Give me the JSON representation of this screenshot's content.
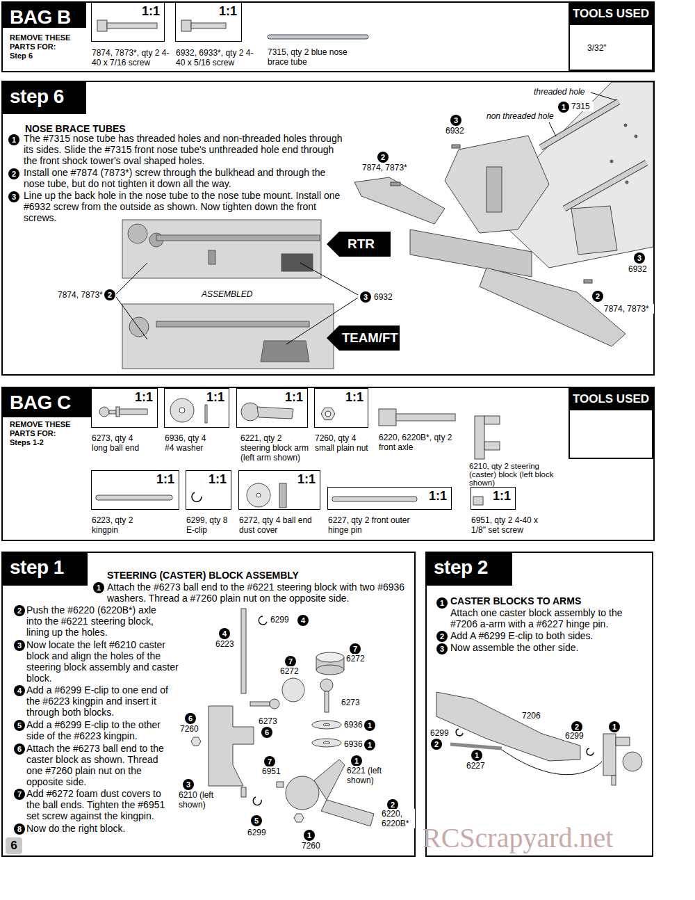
{
  "diagram": {
    "nodes": [
      {
        "text": [
          "BAG B",
          "REMOVE THESE PARTS FOR: Step 6"
        ]
      },
      {
        "text": [
          "1:1",
          "7874, 7873*, qty 2 4-40 x 7/16 screw"
        ],
        "in": 0
      },
      {
        "text": [
          "1:1",
          "6932, 6933*, qty 2 4-40 x 5/16 screw"
        ],
        "in": 0
      },
      {
        "text": [
          "TOOLS USED",
          "3/32\""
        ],
        "in": 0
      },
      {
        "text": [
          "step 6",
          "NOSE BRACE TUBES"
        ]
      },
      {
        "text": [
          "RTR"
        ],
        "in": 4
      },
      {
        "text": [
          "TEAM/FT"
        ],
        "in": 4
      },
      {
        "text": [
          "BAG C",
          "REMOVE THESE PARTS FOR: Steps 1-2"
        ]
      },
      {
        "text": [
          "1:1",
          "6273, qty 4 long ball end"
        ],
        "in": 7
      },
      {
        "text": [
          "1:1",
          "6936, qty 4 #4 washer"
        ],
        "in": 7
      },
      {
        "text": [
          "1:1",
          "6221, qty 2 steering block arm (left arm shown)"
        ],
        "in": 7
      },
      {
        "text": [
          "1:1",
          "7260, qty 4 small plain nut"
        ],
        "in": 7
      },
      {
        "text": [
          "1:1",
          "6223, qty 2 kingpin"
        ],
        "in": 7
      },
      {
        "text": [
          "1:1",
          "6299, qty 8 E-clip"
        ],
        "in": 7
      },
      {
        "text": [
          "1:1",
          "6272, qty 4 ball end dust cover"
        ],
        "in": 7
      },
      {
        "text": [
          "1:1",
          "6227, qty 2 front outer hinge pin"
        ],
        "in": 7
      },
      {
        "text": [
          "1:1",
          "6951, qty 2 4-40 x 1/8\" set screw"
        ],
        "in": 7
      },
      {
        "text": [
          "TOOLS USED"
        ],
        "in": 7
      },
      {
        "text": [
          "step 1",
          "STEERING (CASTER) BLOCK ASSEMBLY"
        ]
      },
      {
        "text": [
          "step 2",
          "CASTER BLOCKS TO ARMS"
        ]
      }
    ],
    "labels": [
      "7315, qty 2 blue nose brace tube",
      "1",
      "The #7315 nose tube has threaded holes and non-threaded holes through its sides. Slide the #7315 front nose tube's unthreaded hole end through the front shock tower's oval shaped holes.",
      "2",
      "Install one #7874 (7873*) screw through the bulkhead and through the nose tube, but do not tighten it down all the way.",
      "3",
      "Line up the back hole in the nose tube to the nose tube mount. Install one #6932 screw from the outside as shown. Now tighten down the front screws.",
      "threaded hole",
      "1",
      "7315",
      "non threaded hole",
      "3",
      "6932",
      "2",
      "7874, 7873*",
      "3",
      "6932",
      "2",
      "7874, 7873*",
      "7874, 7873*",
      "2",
      "ASSEMBLED",
      "3",
      "6932",
      "6220, 6220B*, qty 2 front axle",
      "6210, qty 2 steering (caster) block (left block shown)",
      "1",
      "Attach the #6273 ball end to the #6221 steering block with two #6936 washers. Thread a #7260 plain nut on the opposite side.",
      "2",
      "Push the #6220 (6220B*) axle into the #6221 steering block, lining up the holes.",
      "3",
      "Now locate the left #6210 caster block and align the holes of the steering block assembly and caster block.",
      "4",
      "Add a #6299 E-clip to one end of the #6223 kingpin and insert it through both blocks.",
      "5",
      "Add a #6299 E-clip to the other side of the #6223 kingpin.",
      "6",
      "Attach the #6273 ball end to the caster block as shown. Thread one #7260 plain nut on the opposite side.",
      "7",
      "Add #6272 foam dust covers to the ball ends. Tighten the #6951 set screw against the kingpin.",
      "8",
      "Now do the right block.",
      "6299",
      "4",
      "4",
      "6223",
      "7",
      "6272",
      "7",
      "6272",
      "6273",
      "6273",
      "6",
      "6936",
      "1",
      "6936",
      "1",
      "6",
      "7260",
      "7",
      "6951",
      "1",
      "6221 (left shown)",
      "3",
      "6210 (left shown)",
      "2",
      "6220, 6220B*",
      "5",
      "6299",
      "1",
      "7260",
      "6",
      "1",
      "Attach one caster block assembly to the #7206 a-arm with a #6227 hinge pin.",
      "2",
      "Add A #6299 E-clip to both sides.",
      "3",
      "Now assemble the other side.",
      "7206",
      "6299",
      "2",
      "2",
      "6299",
      "1",
      "1",
      "6227",
      "RCScrapyard.net"
    ]
  }
}
